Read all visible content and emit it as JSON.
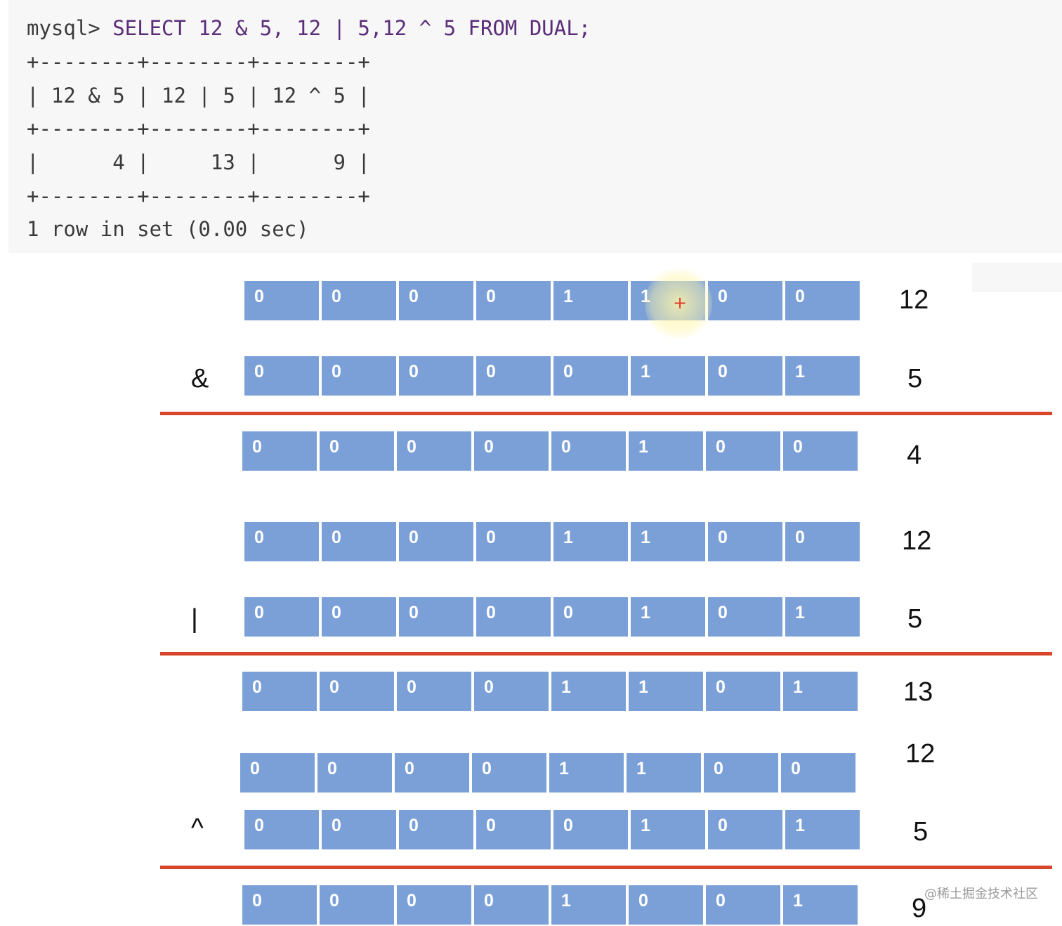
{
  "terminal": {
    "prompt": "mysql> ",
    "query": "SELECT 12 & 5, 12 | 5,12 ^ 5 FROM DUAL;",
    "border": "+--------+--------+--------+",
    "header": "| 12 & 5 | 12 | 5 | 12 ^ 5 |",
    "row": "|      4 |     13 |      9 |",
    "footer": "1 row in set (0.00 sec)"
  },
  "colors": {
    "cell": "#7ba0d8",
    "rule": "#d9452a"
  },
  "operators": {
    "and": "&",
    "or": "|",
    "xor": "^"
  },
  "rows": [
    {
      "bits": "00001100",
      "label": "12"
    },
    {
      "bits": "00000101",
      "label": "5"
    },
    {
      "bits": "00000100",
      "label": "4"
    },
    {
      "bits": "00001100",
      "label": "12"
    },
    {
      "bits": "00000101",
      "label": "5"
    },
    {
      "bits": "00001101",
      "label": "13"
    },
    {
      "bits": "00001100",
      "label": "12"
    },
    {
      "bits": "00000101",
      "label": "5"
    },
    {
      "bits": "00001001",
      "label": "9"
    }
  ],
  "watermark": "@稀土掘金技术社区"
}
